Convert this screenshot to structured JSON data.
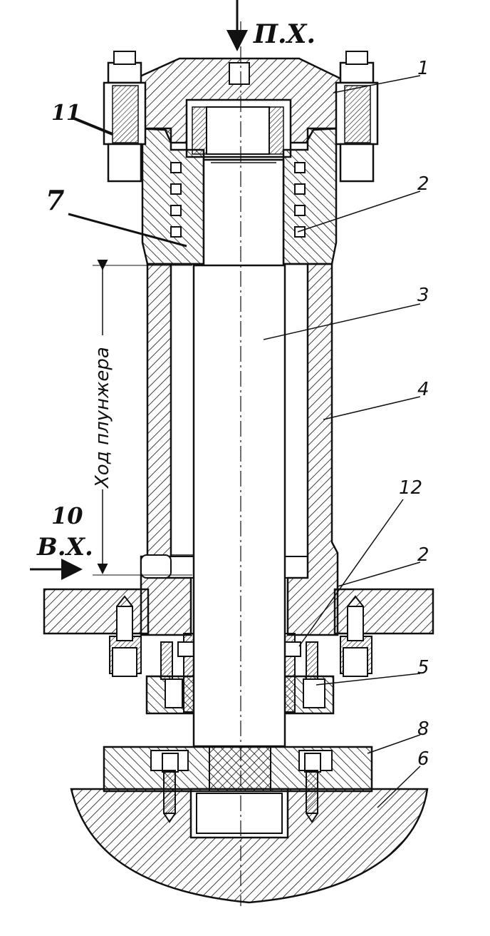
{
  "labels": {
    "top_inlet": "П.Х.",
    "side_inlet": "В.Х.",
    "stroke": "Ход плунжера",
    "n1": "1",
    "n2a": "2",
    "n2b": "2",
    "n3": "3",
    "n4": "4",
    "n5": "5",
    "n6": "6",
    "n7": "7",
    "n8": "8",
    "n10": "10",
    "n11": "11",
    "n12": "12"
  },
  "colors": {
    "ink": "#111111",
    "paper": "#ffffff"
  }
}
